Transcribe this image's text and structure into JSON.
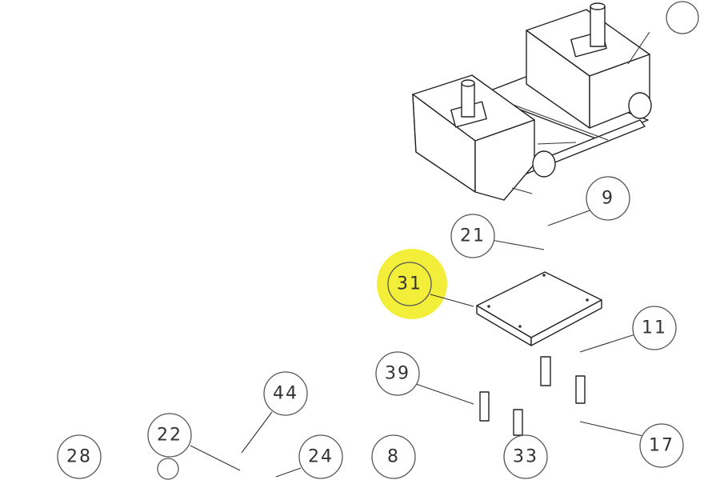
{
  "drawing": {
    "highlight_color": "#f2ee3a",
    "highlighted_callout": "31",
    "callouts": [
      {
        "id": "c9",
        "label": "9"
      },
      {
        "id": "c21",
        "label": "21"
      },
      {
        "id": "c31",
        "label": "31"
      },
      {
        "id": "c11",
        "label": "11"
      },
      {
        "id": "c39",
        "label": "39"
      },
      {
        "id": "c17",
        "label": "17"
      },
      {
        "id": "c44",
        "label": "44"
      },
      {
        "id": "c22",
        "label": "22"
      },
      {
        "id": "c24",
        "label": "24"
      },
      {
        "id": "c28",
        "label": "28"
      },
      {
        "id": "c8",
        "label": "8"
      },
      {
        "id": "c33",
        "label": "33"
      }
    ]
  }
}
